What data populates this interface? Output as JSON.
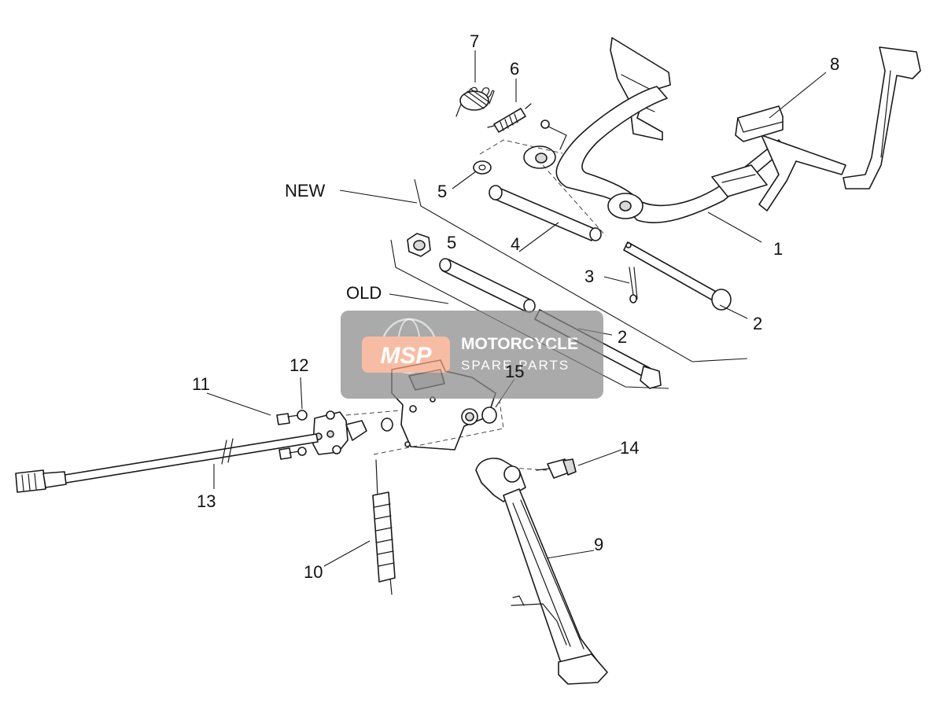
{
  "callouts": {
    "c1": "1",
    "c2a": "2",
    "c2b": "2",
    "c3": "3",
    "c4": "4",
    "c5a": "5",
    "c5b": "5",
    "c6": "6",
    "c7": "7",
    "c8": "8",
    "c9": "9",
    "c10": "10",
    "c11": "11",
    "c12": "12",
    "c13": "13",
    "c14": "14",
    "c15": "15"
  },
  "group_labels": {
    "new": "NEW",
    "old": "OLD"
  },
  "watermark": {
    "badge": "MSP",
    "line1": "MOTORCYCLE",
    "line2": "SPARE PARTS",
    "badge_color": "#f4a582",
    "box_color": "#8a8a8a"
  }
}
